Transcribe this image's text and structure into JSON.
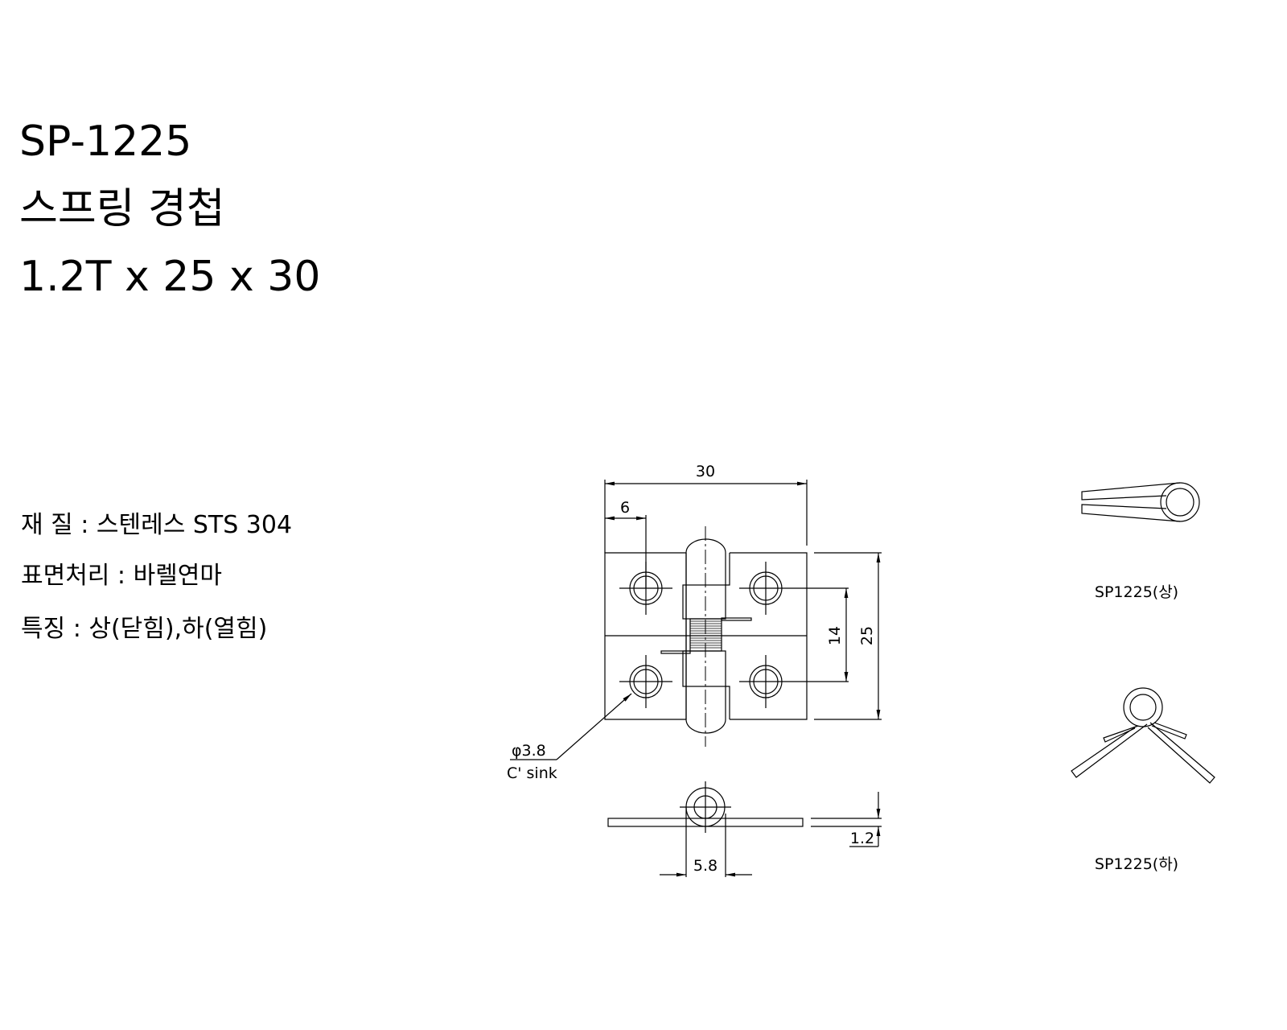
{
  "header": {
    "model": "SP-1225",
    "name": "스프링 경첩",
    "size": "1.2T x 25 x 30"
  },
  "specs": [
    {
      "text": "재 질 : 스텐레스 STS 304"
    },
    {
      "text": "표면처리 : 바렐연마"
    },
    {
      "text": "특징 : 상(닫힘),하(열힘)"
    }
  ],
  "drawing": {
    "dim_width": "30",
    "dim_hole_offset": "6",
    "dim_hole_spacing": "14",
    "dim_height": "25",
    "hole_note_diameter": "φ3.8",
    "hole_note_type": "C' sink",
    "dim_knuckle": "5.8",
    "dim_thickness": "1.2"
  },
  "variants": [
    {
      "label": "SP1225(상)"
    },
    {
      "label": "SP1225(하)"
    }
  ]
}
